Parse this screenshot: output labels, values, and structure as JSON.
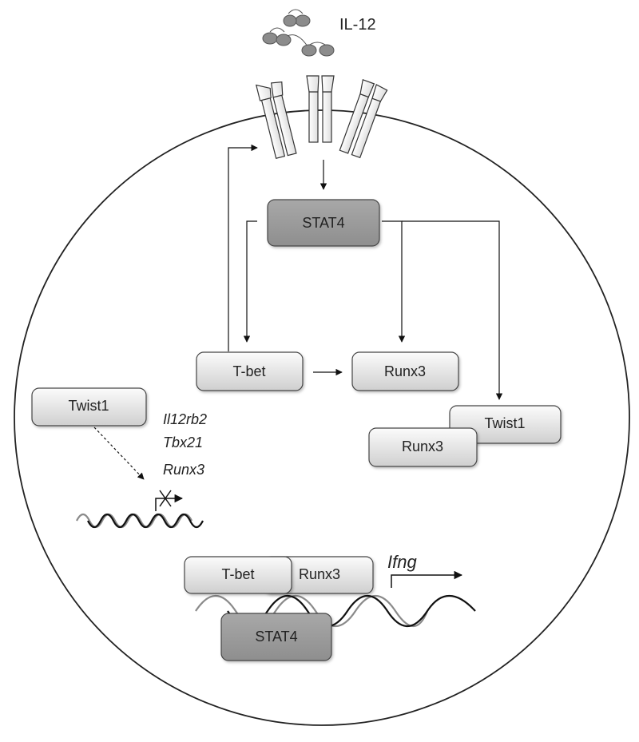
{
  "ligand": {
    "label": "IL-12"
  },
  "nodes": {
    "stat4_top": "STAT4",
    "tbet_mid": "T-bet",
    "runx3_mid": "Runx3",
    "twist1_right": "Twist1",
    "runx3_right": "Runx3",
    "twist1_left": "Twist1",
    "tbet_bottom": "T-bet",
    "runx3_bottom": "Runx3",
    "stat4_bottom": "STAT4"
  },
  "genes": {
    "il12rb2": "Il12rb2",
    "tbx21": "Tbx21",
    "runx3": "Runx3"
  },
  "target_gene": {
    "label": "Ifng"
  },
  "colors": {
    "dark_box": "#9e9e9e",
    "light_box_top": "#fafafa",
    "light_box_bottom": "#d4d4d4",
    "stroke": "#222222",
    "dna_dark": "#111111",
    "dna_light": "#8a8a8a"
  }
}
